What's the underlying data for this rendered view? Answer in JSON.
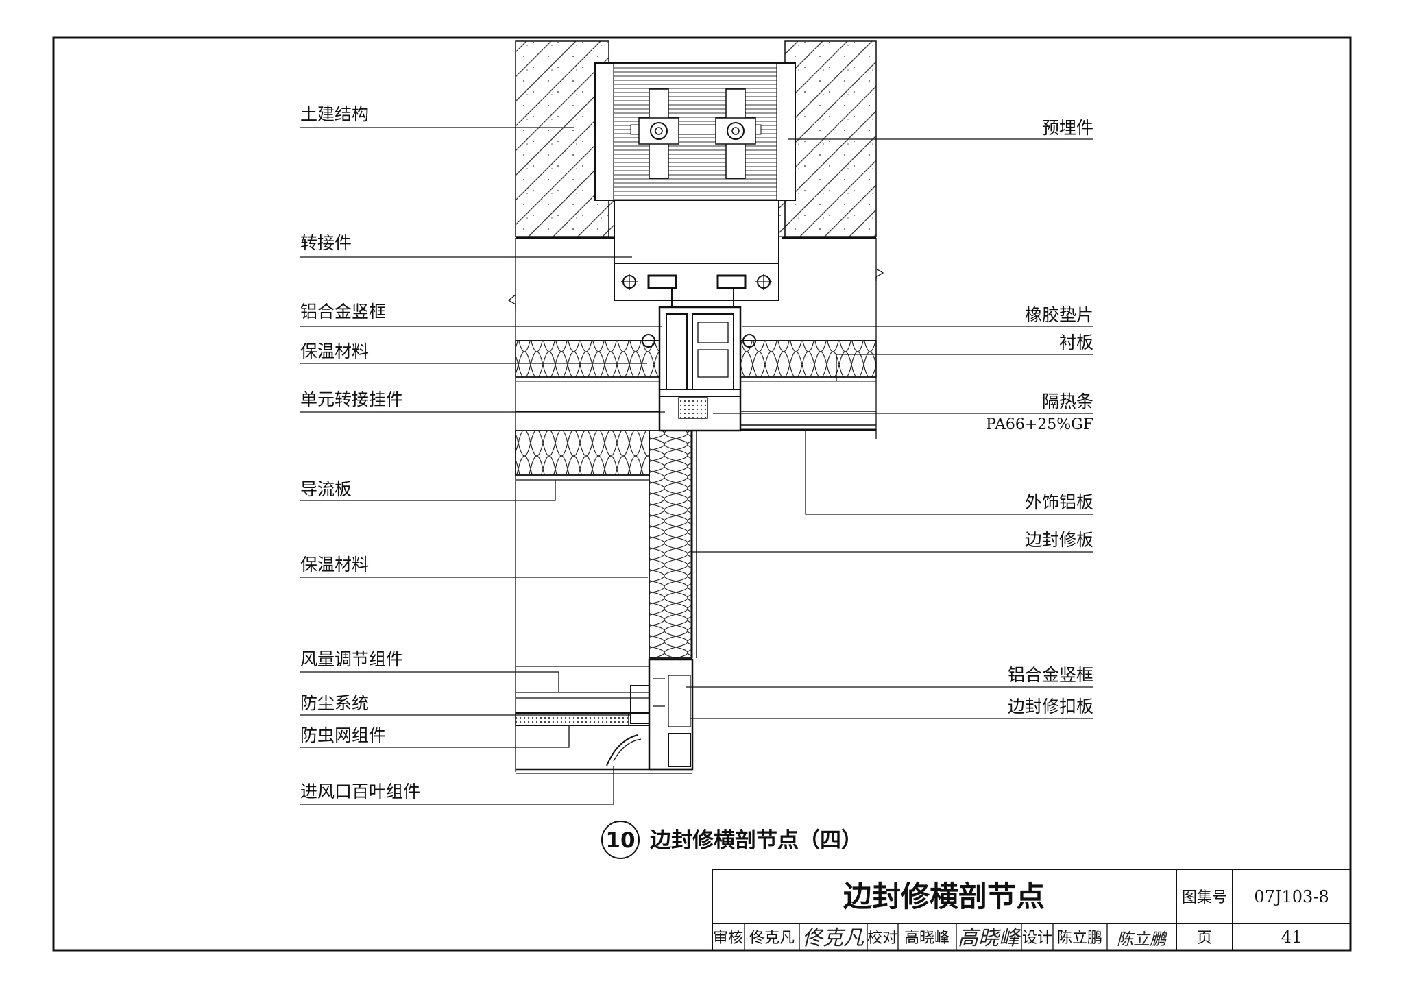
{
  "labels_left": {
    "civil_structure": "土建结构",
    "adapter": "转接件",
    "alu_mullion_top": "铝合金竖框",
    "insulation_top": "保温材料",
    "unit_hanger": "单元转接挂件",
    "deflector": "导流板",
    "insulation_mid": "保温材料",
    "air_regulator": "风量调节组件",
    "dust_system": "防尘系统",
    "insect_screen": "防虫网组件",
    "inlet_louver": "进风口百叶组件"
  },
  "labels_right": {
    "embedded_part": "预埋件",
    "rubber_pad": "橡胶垫片",
    "liner_board": "衬板",
    "thermal_break": "隔热条",
    "thermal_break_spec": "PA66+25%GF",
    "exterior_alu_panel": "外饰铝板",
    "edge_trim_panel": "边封修板",
    "alu_mullion_bottom": "铝合金竖框",
    "edge_trim_cover": "边封修扣板"
  },
  "caption": {
    "number": "10",
    "text": "边封修横剖节点（四）"
  },
  "title_block": {
    "title": "边封修横剖节点",
    "atlas_label": "图集号",
    "atlas_code": "07J103-8",
    "review_label": "审核",
    "reviewer": "佟克凡",
    "reviewer_sig": "佟克凡",
    "check_label": "校对",
    "checker": "高晓峰",
    "checker_sig": "高晓峰",
    "design_label": "设计",
    "designer": "陈立鹏",
    "designer_sig": "陈立鹏",
    "page_label": "页",
    "page_number": "41"
  }
}
